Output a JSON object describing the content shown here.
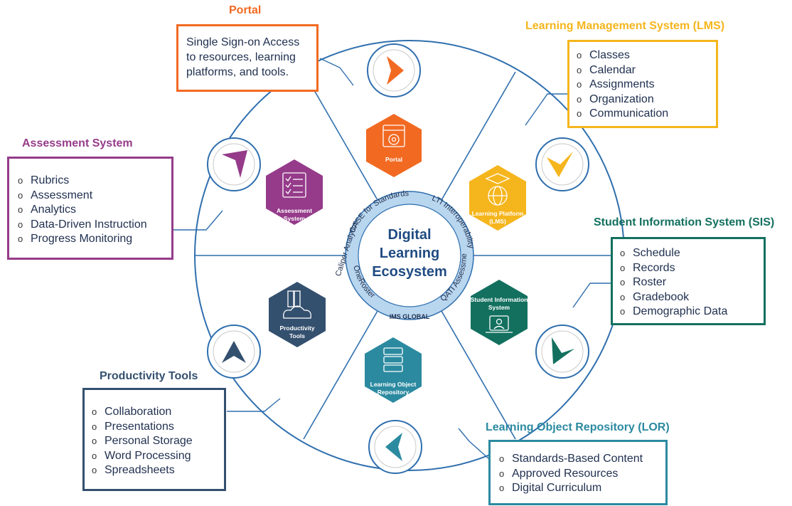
{
  "center": {
    "line1": "Digital",
    "line2": "Learning",
    "line3": "Ecosystem"
  },
  "ring_labels": {
    "case": "CASE for Standards",
    "lti": "LTI Interoperability",
    "qti": "QATI Assessment",
    "ims": "IMS GLOBAL",
    "oneroster": "OneRoster",
    "caliper": "Caliper Analytics"
  },
  "hexes": {
    "portal": {
      "line1": "Portal",
      "color": "#f26a22"
    },
    "lms": {
      "line1": "Learning Platform",
      "line2": "(LMS)",
      "color": "#f5b51c"
    },
    "sis": {
      "line1": "Student Information",
      "line2": "System",
      "color": "#13705f"
    },
    "lor": {
      "line1": "Learning Object",
      "line2": "Repository",
      "color": "#2b8aa0"
    },
    "productivity": {
      "line1": "Productivity",
      "line2": "Tools",
      "color": "#34506f"
    },
    "assessment": {
      "line1": "Assessment",
      "line2": "System",
      "color": "#953b8a"
    }
  },
  "panels": {
    "portal": {
      "title": "Portal",
      "color": "#f26a22",
      "lines": [
        "Single Sign-on Access",
        "to resources, learning",
        "platforms, and tools."
      ]
    },
    "lms": {
      "title": "Learning Management System (LMS)",
      "color": "#f5b51c",
      "items": [
        "Classes",
        "Calendar",
        "Assignments",
        "Organization",
        "Communication"
      ]
    },
    "assessment": {
      "title": "Assessment System",
      "color": "#953b8a",
      "items": [
        "Rubrics",
        "Assessment",
        "Analytics",
        "Data-Driven Instruction",
        "Progress Monitoring"
      ]
    },
    "sis": {
      "title": "Student Information System (SIS)",
      "color": "#13705f",
      "items": [
        "Schedule",
        "Records",
        "Roster",
        "Gradebook",
        "Demographic Data"
      ]
    },
    "productivity": {
      "title": "Productivity Tools",
      "color": "#34506f",
      "items": [
        "Collaboration",
        "Presentations",
        "Personal Storage",
        "Word Processing",
        "Spreadsheets"
      ]
    },
    "lor": {
      "title": "Learning Object Repository (LOR)",
      "color": "#2b8aa0",
      "items": [
        "Standards-Based Content",
        "Approved Resources",
        "Digital Curriculum"
      ]
    }
  }
}
